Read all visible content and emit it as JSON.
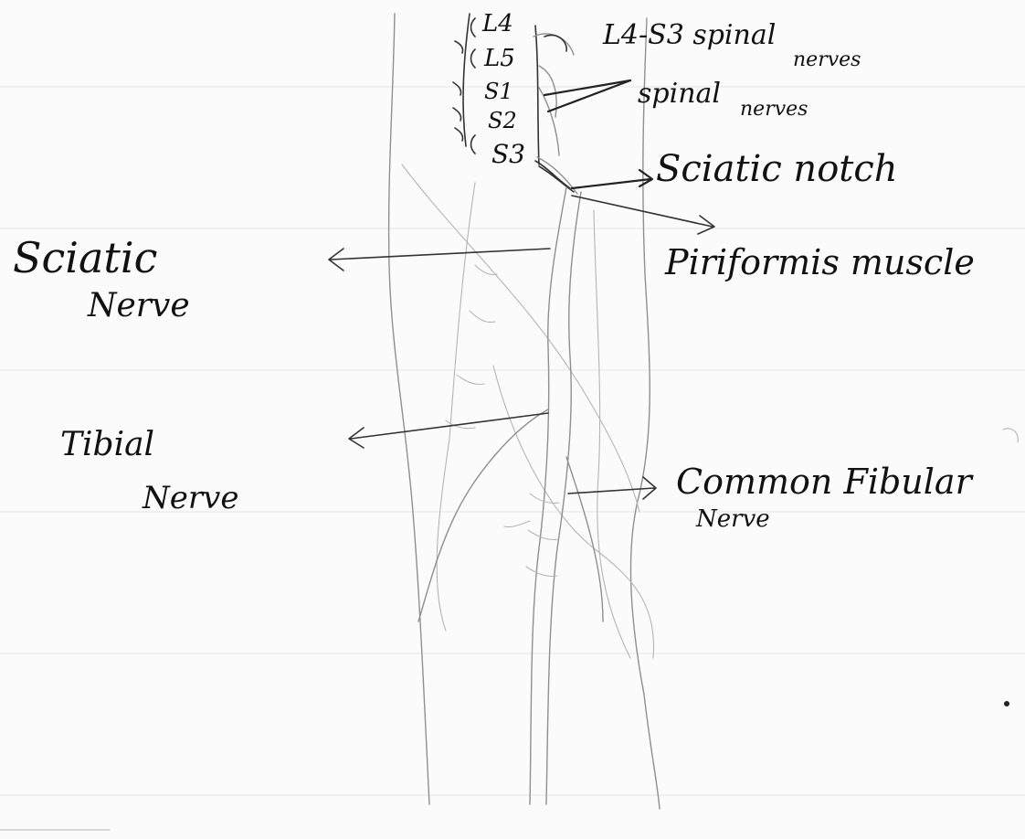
{
  "labels": {
    "l4": "L4",
    "l5": "L5",
    "s1": "S1",
    "s2": "S2",
    "s3": "S3",
    "range_top": "L4-S3 spinal",
    "range_bottom": "nerves",
    "spinal_top": "spinal",
    "spinal_bottom": "nerves",
    "sciatic_notch": "Sciatic notch",
    "piriformis": "Piriformis muscle",
    "sciatic_top": "Sciatic",
    "sciatic_bottom": "Nerve",
    "tibial_top": "Tibial",
    "tibial_bottom": "Nerve",
    "fibular_top": "Common Fibular",
    "fibular_bottom": "Nerve"
  },
  "colors": {
    "ink": "#111111",
    "pencil": "#8f8f8f",
    "paper": "#fbfbfb"
  }
}
